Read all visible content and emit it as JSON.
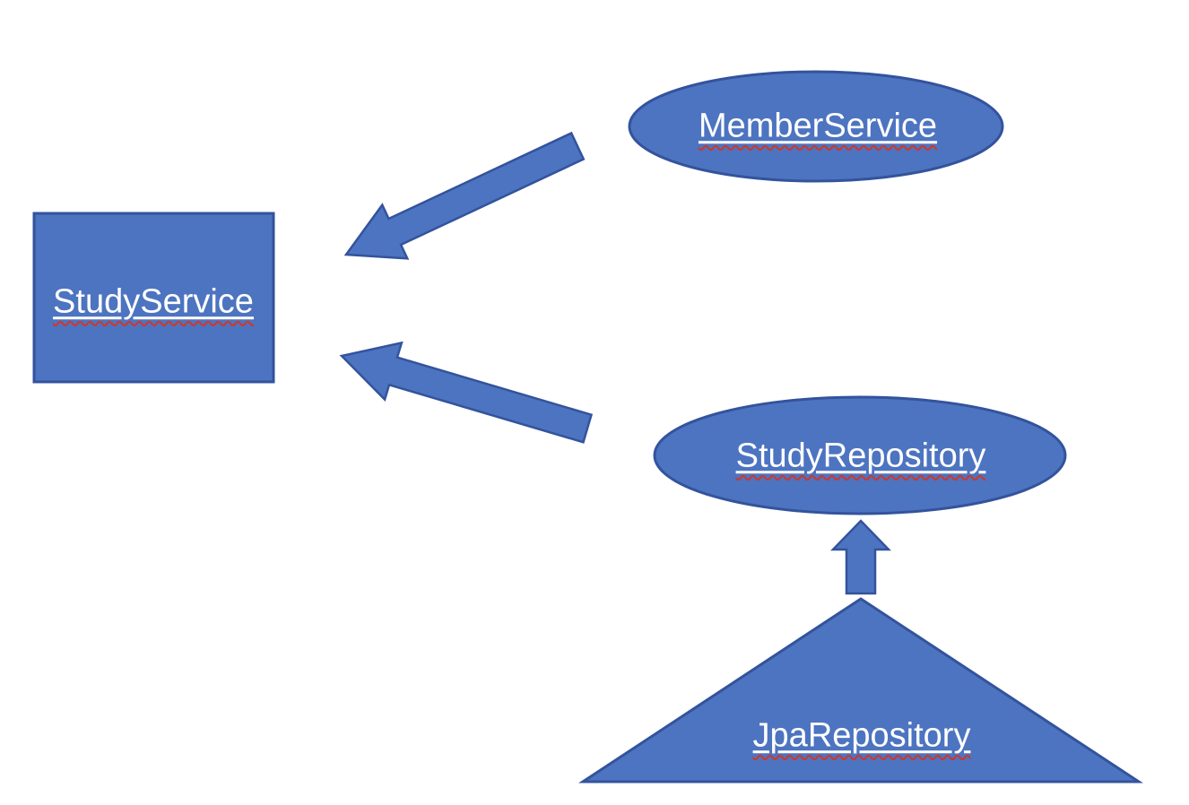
{
  "colors": {
    "background": "#ffffff",
    "shape_fill": "#4d74c0",
    "shape_stroke": "#33539c",
    "label_text": "#ffffff",
    "squiggle": "#cf372a"
  },
  "diagram": {
    "nodes": {
      "study_service": {
        "label": "StudyService",
        "shape": "rectangle"
      },
      "member_service": {
        "label": "MemberService",
        "shape": "ellipse"
      },
      "study_repository": {
        "label": "StudyRepository",
        "shape": "ellipse"
      },
      "jpa_repository": {
        "label": "JpaRepository",
        "shape": "triangle"
      }
    },
    "edges": [
      {
        "from": "member_service",
        "to": "study_service",
        "style": "block-arrow"
      },
      {
        "from": "study_repository",
        "to": "study_service",
        "style": "block-arrow"
      },
      {
        "from": "jpa_repository",
        "to": "study_repository",
        "style": "block-arrow-up"
      }
    ]
  }
}
